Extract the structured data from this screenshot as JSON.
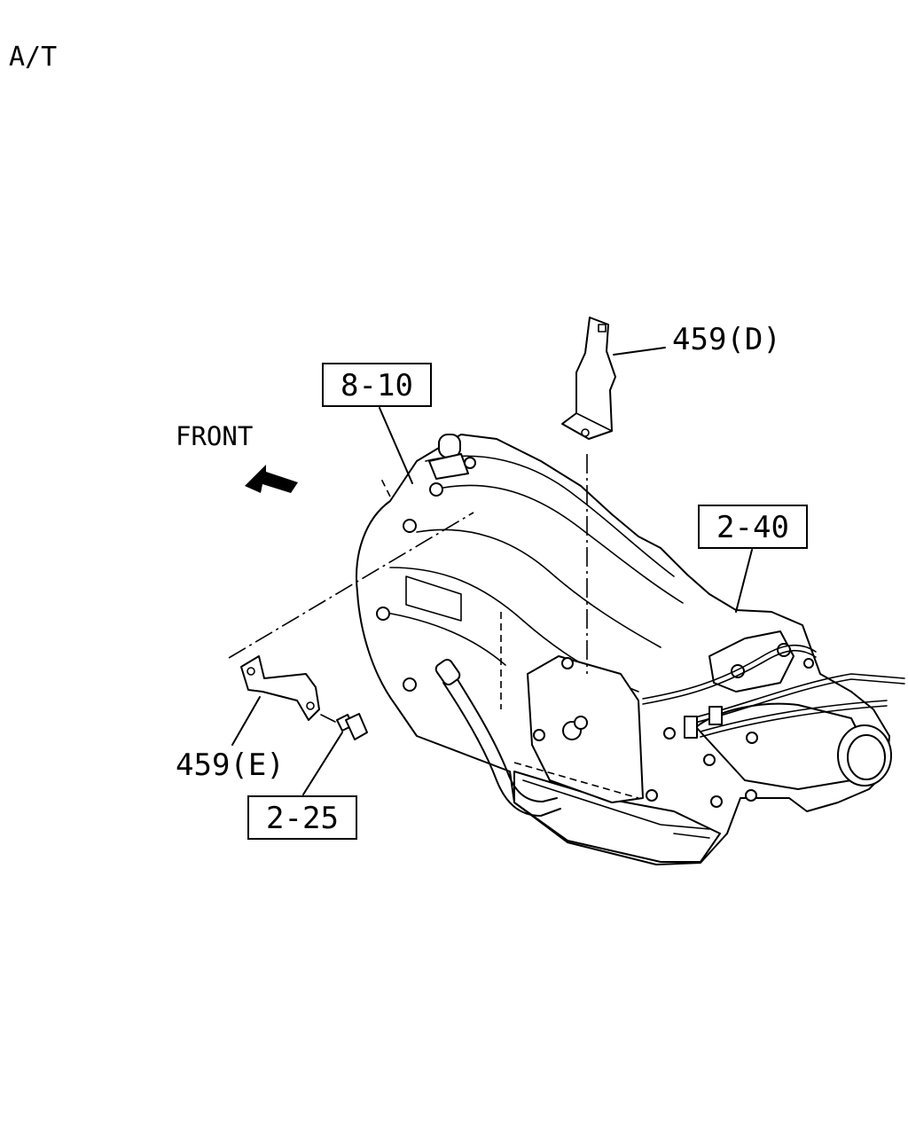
{
  "header": {
    "title": "A/T"
  },
  "orientation": {
    "label": "FRONT"
  },
  "callouts": {
    "ref_8_10": "8-10",
    "ref_2_40": "2-40",
    "ref_2_25": "2-25",
    "part_459_d": "459(D)",
    "part_459_e": "459(E)"
  }
}
